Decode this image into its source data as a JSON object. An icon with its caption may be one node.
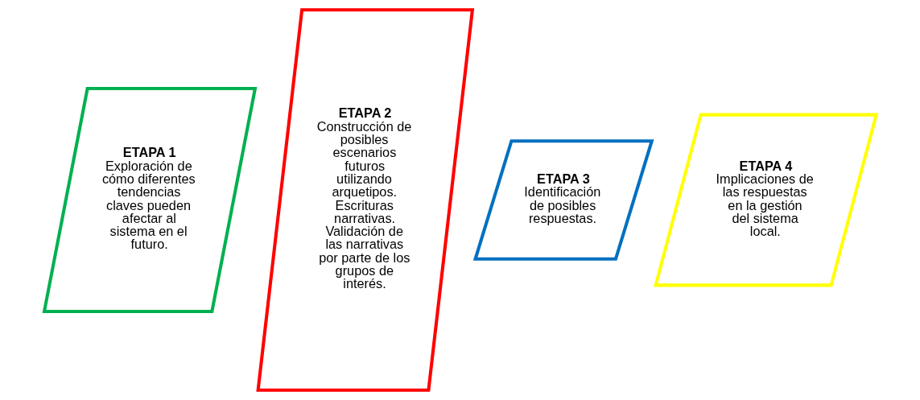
{
  "diagram": {
    "nodes": [
      {
        "text": [
          "ETAPA 1",
          "Exploración de cómo diferentes tendencias claves pueden afectar al sistema en el futuro."
        ]
      },
      {
        "text": [
          "ETAPA 2",
          "Construcción de posibles escenarios futuros utilizando arquetipos. Escrituras narrativas. Validación de las narrativas por parte de los grupos de interés."
        ]
      },
      {
        "text": [
          "ETAPA 3",
          "Identificación de posibles respuestas."
        ]
      },
      {
        "text": [
          "ETAPA 4",
          "Implicaciones de las respuestas en la gestión del sistema local."
        ]
      }
    ],
    "edges": []
  }
}
